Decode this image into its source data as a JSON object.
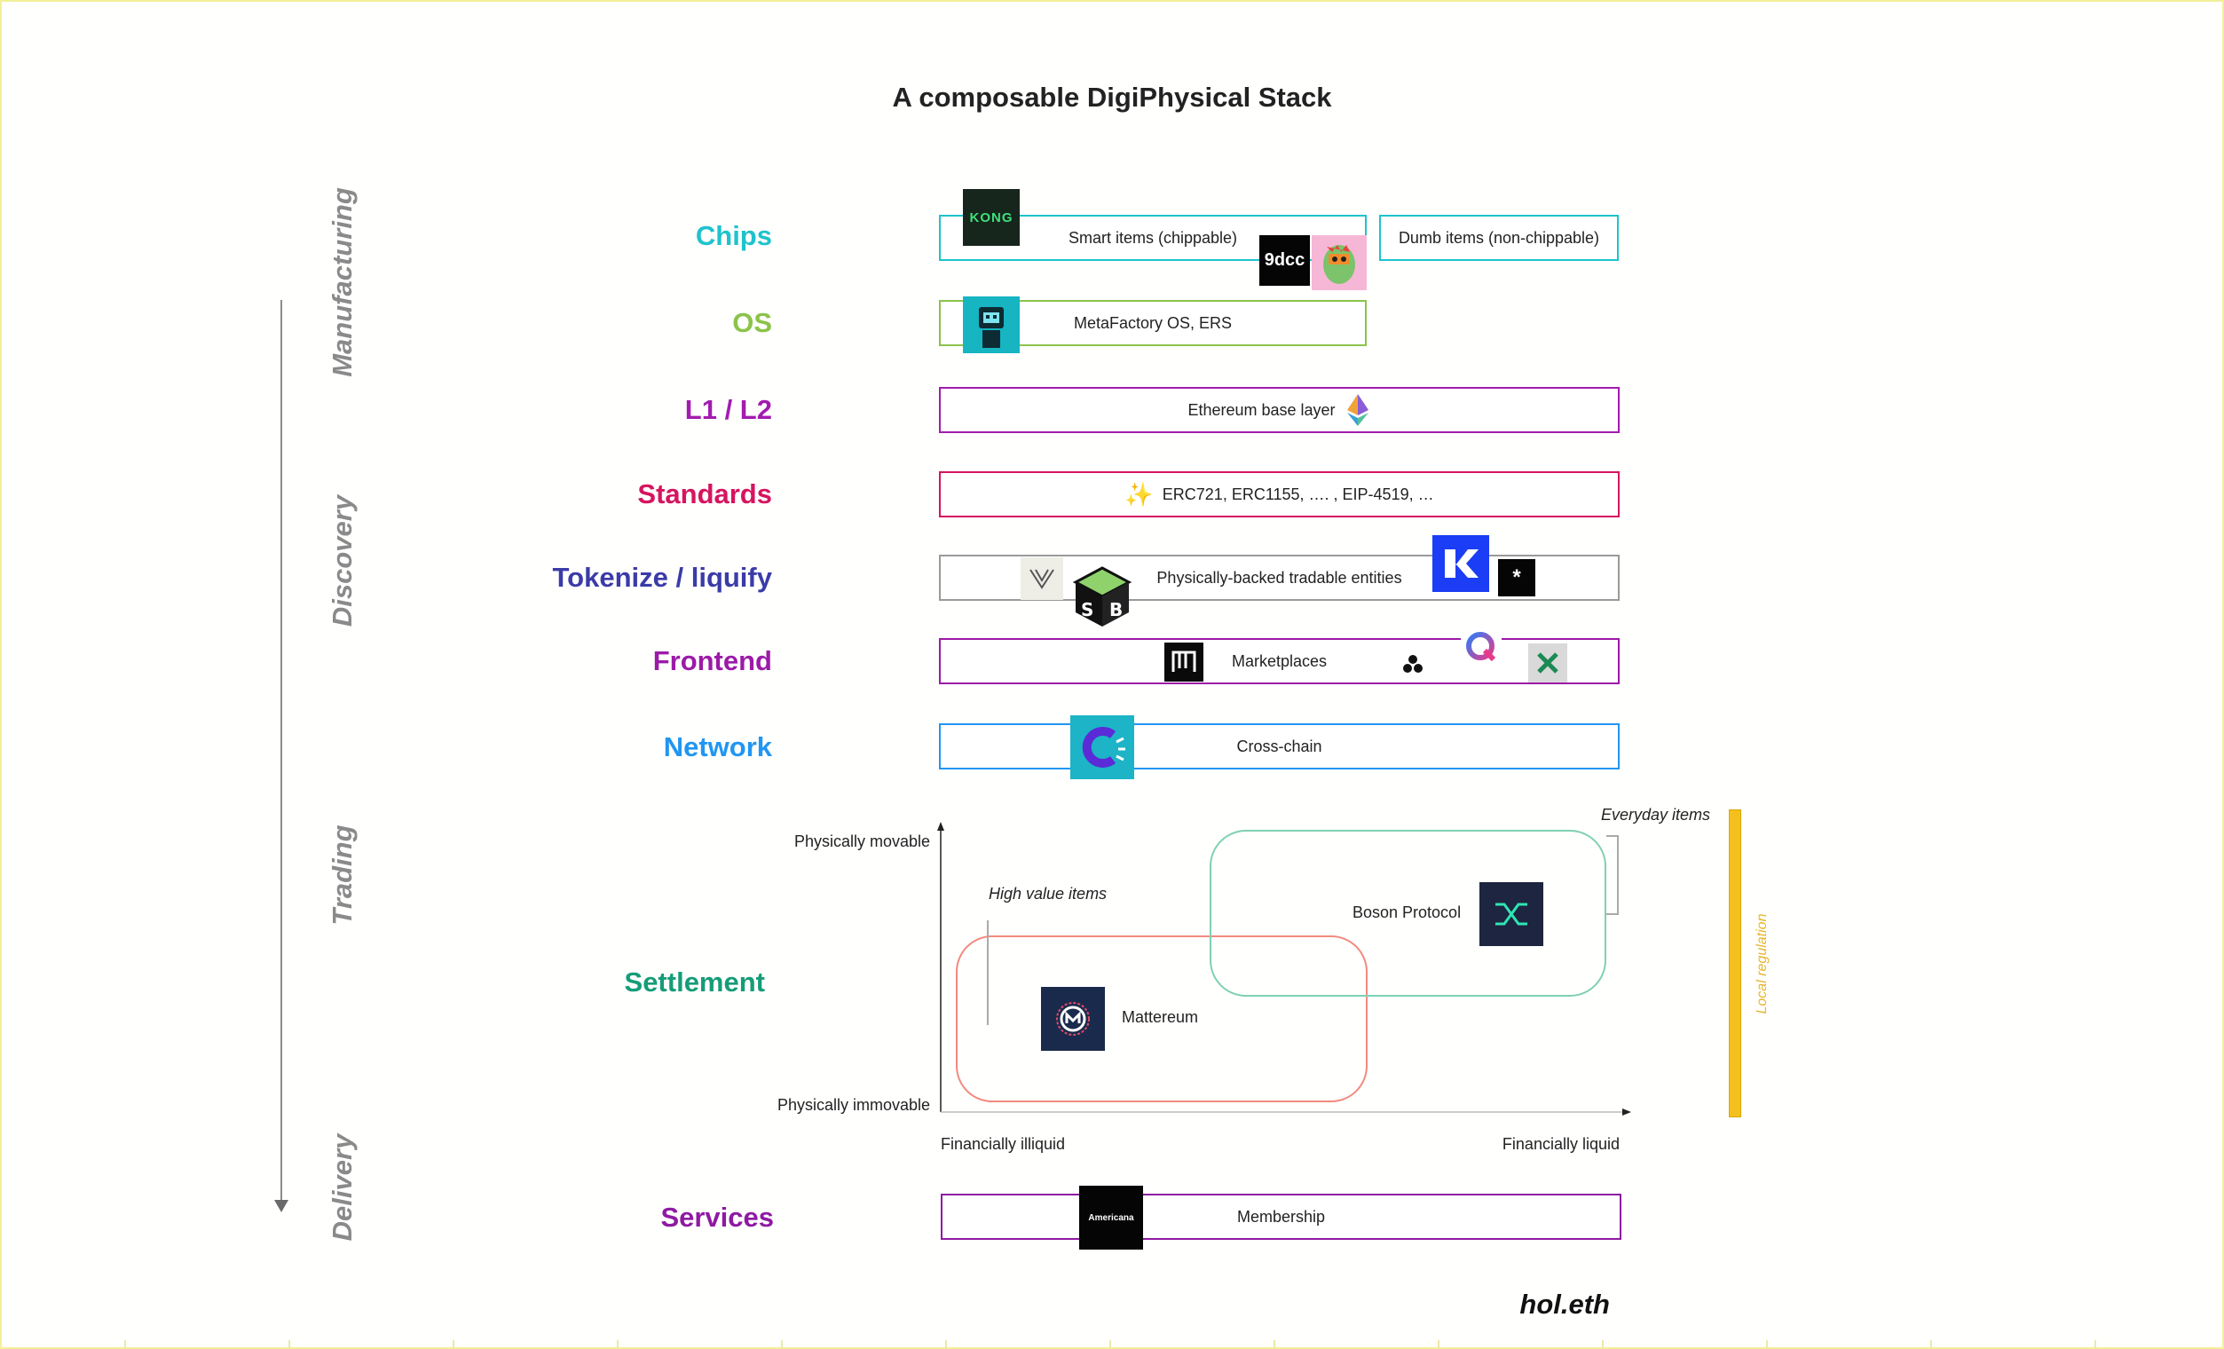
{
  "title": "A composable DigiPhysical Stack",
  "signature": "hol.eth",
  "phases": [
    "Manufacturing",
    "Discovery",
    "Trading",
    "Delivery"
  ],
  "layers": {
    "chips": {
      "label": "Chips",
      "color": "#1ec3cc",
      "smart": "Smart items (chippable)",
      "dumb": "Dumb items (non-chippable)"
    },
    "os": {
      "label": "OS",
      "color": "#8bc34a",
      "text": "MetaFactory OS, ERS"
    },
    "l1l2": {
      "label": "L1 / L2",
      "color": "#a21caf",
      "text": "Ethereum base layer"
    },
    "standards": {
      "label": "Standards",
      "color": "#d6145f",
      "text": "ERC721, ERC1155, …. , EIP-4519, …"
    },
    "tokenize": {
      "label": "Tokenize / liquify",
      "color": "#3b3ba8",
      "text": "Physically-backed tradable entities"
    },
    "frontend": {
      "label": "Frontend",
      "color": "#9c1aa8",
      "text": "Marketplaces"
    },
    "network": {
      "label": "Network",
      "color": "#2196f3",
      "text": "Cross-chain"
    },
    "settlement": {
      "label": "Settlement",
      "color": "#169c78"
    },
    "services": {
      "label": "Services",
      "color": "#8e1aa3",
      "text": "Membership"
    }
  },
  "settlement": {
    "y_top": "Physically movable",
    "y_bottom": "Physically immovable",
    "x_left": "Financially illiquid",
    "x_right": "Financially liquid",
    "high_value": "High value items",
    "everyday": "Everyday items",
    "boson": "Boson Protocol",
    "mattereum": "Mattereum",
    "regulation": "Local regulation",
    "regulation_color": "#f4c01e"
  },
  "logos": {
    "kong": "KONG",
    "ninedcc": "9dcc",
    "americana": "Americana"
  }
}
